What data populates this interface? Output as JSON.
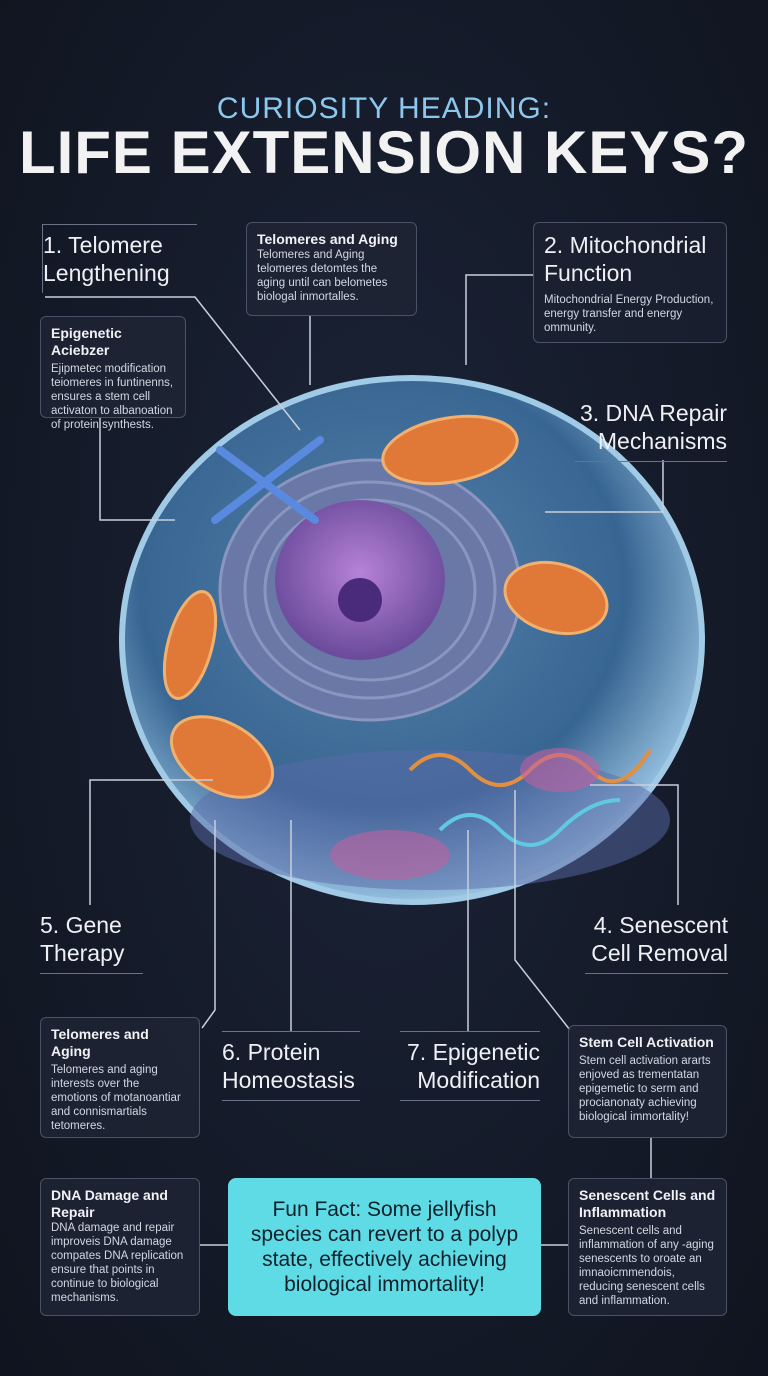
{
  "header": {
    "subtitle": "CURIOSITY HEADING:",
    "title": "LIFE EXTENSION KEYS?"
  },
  "labels": {
    "l1": "1. Telomere Lengthening",
    "l2": "2. Mitochondrial Function",
    "l3": "3. DNA Repair Mechanisms",
    "l4": "4. Senescent Cell Removal",
    "l5": "5. Gene Therapy",
    "l6": "6. Protein Homeostasis",
    "l7": "7. Epigenetic Modification"
  },
  "cards": {
    "telomeres_top": {
      "title": "Telomeres and Aging",
      "body": "Telomeres and Aging telomeres detomtes the aging until can belometes biologal inmortalles."
    },
    "epigenetic": {
      "title": "Epigenetic Aciebzer",
      "body": "Ejipmetec modification teiomeres in funtinenns, ensures a stem cell activaton to albanoation of protein synthests."
    },
    "mito": {
      "body": "Mitochondrial Energy Production, energy transfer and energy ommunity."
    },
    "telomeres_bottom": {
      "title": "Telomeres and Aging",
      "body": "Telomeres and aging interests over the emotions of motanoantiar and connismartials tetomeres."
    },
    "stem": {
      "title": "Stem Cell Activation",
      "body": "Stem cell activation ararts enjoved as trementatan epigemetic to serm and procianonaty achieving biological immortality!"
    },
    "dna": {
      "title": "DNA Damage and Repair",
      "body": "DNA damage and repair improveis DNA damage compates DNA replication ensure that points in continue to biological mechanisms."
    },
    "senescent": {
      "title": "Senescent Cells and Inflammation",
      "body": "Senescent cells and inflammation of any -aging senescents to oroate an imnaoicmmendois, reducing senescent cells and inflammation."
    }
  },
  "fun_fact": "Fun Fact: Some jellyfish species can revert to a polyp state, effectively achieving biological immortality!",
  "colors": {
    "accent": "#5fdbe6",
    "subtitle": "#8cc8ee"
  }
}
